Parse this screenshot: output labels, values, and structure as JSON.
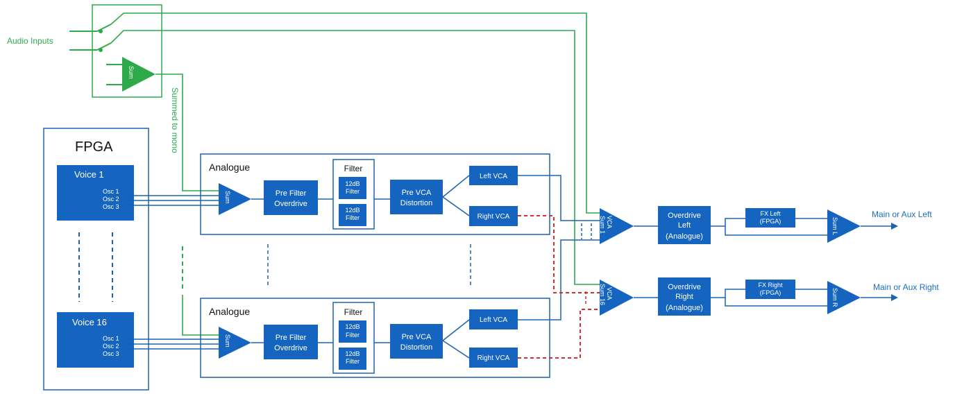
{
  "inputs": {
    "audio_inputs_label": "Audio Inputs",
    "sum_label": "Sum",
    "summed_to_mono_label": "Summed to mono"
  },
  "fpga": {
    "title": "FPGA",
    "voices": [
      {
        "name": "Voice 1",
        "oscillators": [
          "Osc 1",
          "Osc 2",
          "Osc 3"
        ]
      },
      {
        "name": "Voice 16",
        "oscillators": [
          "Osc 1",
          "Osc 2",
          "Osc 3"
        ]
      }
    ]
  },
  "analogue": [
    {
      "title": "Analogue",
      "sum": "Sum",
      "pre_filter": [
        "Pre Filter",
        "Overdrive"
      ],
      "filter_title": "Filter",
      "filters": [
        [
          "12dB",
          "Filter"
        ],
        [
          "12dB",
          "Filter"
        ]
      ],
      "pre_vca": [
        "Pre VCA",
        "Distortion"
      ],
      "left_vca": "Left VCA",
      "right_vca": "Right VCA"
    },
    {
      "title": "Analogue",
      "sum": "Sum",
      "pre_filter": [
        "Pre Filter",
        "Overdrive"
      ],
      "filter_title": "Filter",
      "filters": [
        [
          "12dB",
          "Filter"
        ],
        [
          "12dB",
          "Filter"
        ]
      ],
      "pre_vca": [
        "Pre VCA",
        "Distortion"
      ],
      "left_vca": "Left VCA",
      "right_vca": "Right VCA"
    }
  ],
  "outputs": {
    "left": {
      "vca_sum": [
        "VCA",
        "Sum 1"
      ],
      "overdrive": [
        "Overdrive",
        "Left",
        "(Analogue)"
      ],
      "fx": [
        "FX Left",
        "(FPGA)"
      ],
      "sum": "Sum L",
      "destination": "Main or Aux Left"
    },
    "right": {
      "vca_sum": [
        "VCA",
        "Sum 16"
      ],
      "overdrive": [
        "Overdrive",
        "Right",
        "(Analogue)"
      ],
      "fx": [
        "FX Right",
        "(FPGA)"
      ],
      "sum": "Sum R",
      "destination": "Main or Aux Right"
    }
  },
  "colors": {
    "signal_blue": "#1a62b0",
    "audio_green": "#2eaa4a",
    "right_channel_red": "#d32f2f",
    "block_fill": "#1565c0"
  }
}
